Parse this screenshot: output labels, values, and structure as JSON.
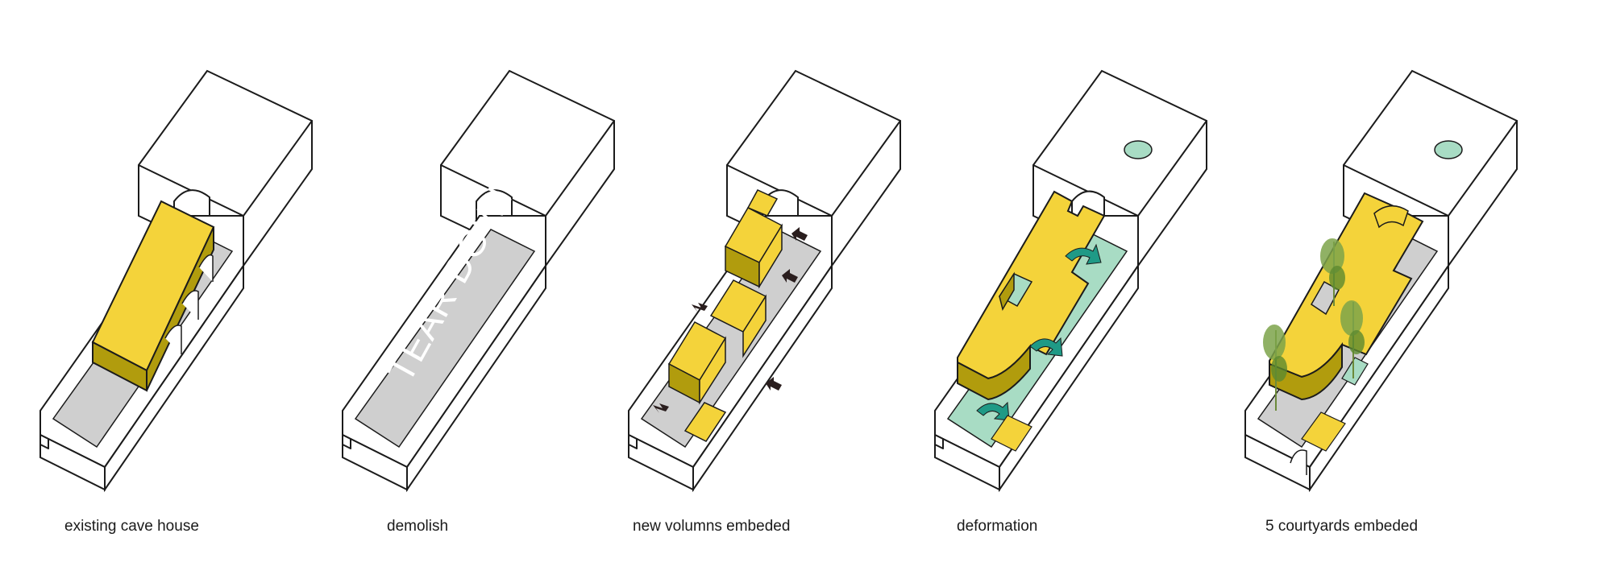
{
  "steps": [
    {
      "caption": "existing cave house"
    },
    {
      "caption": "demolish",
      "overlay_text": "TEAR DOWN"
    },
    {
      "caption": "new volumns embeded"
    },
    {
      "caption": "deformation"
    },
    {
      "caption": "5 courtyards embeded"
    }
  ],
  "colors": {
    "volume": "#f4d33a",
    "volume_side": "#b19c0d",
    "floor": "#cfcfcf",
    "courtyard": "#a8dcc4",
    "arrow_teal": "#1f9a86",
    "arrow_dark": "#2a1e1e",
    "outline": "#1b1b1b"
  },
  "icons": [
    "push-arrow-icon",
    "curved-arrow-icon",
    "bamboo-icon",
    "skylight-icon"
  ]
}
